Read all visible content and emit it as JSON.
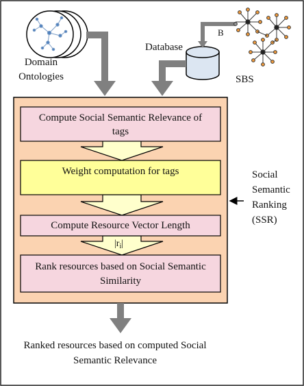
{
  "domain_ontologies": {
    "line1": "Domain",
    "line2": "Ontologies"
  },
  "database_label": "Database",
  "b_label": "B",
  "sbs_label": "SBS",
  "steps": [
    {
      "line1": "Compute Social Semantic Relevance of",
      "line2": "tags"
    },
    {
      "line1": "Weight computation for tags"
    },
    {
      "line1": "Compute Resource Vector Length"
    },
    {
      "line1": "Rank resources based on Social Semantic",
      "line2": "Similarity"
    }
  ],
  "vector_symbol": "|r",
  "vector_subscript": "i",
  "ssr_label": {
    "line1": "Social",
    "line2": "Semantic",
    "line3": "Ranking",
    "line4": "(SSR)"
  },
  "output_label": {
    "line1": "Ranked resources based on computed Social",
    "line2": "Semantic Relevance"
  },
  "colors": {
    "outer_box": "#fbd3b1",
    "step_box": "#f6d6df",
    "weight_box": "#ffff99",
    "funnel": "#ffffcc",
    "arrow": "#808080",
    "database": "#dce6f2",
    "node_orange": "#f39c3c",
    "ontology_node": "#4f81bd"
  }
}
